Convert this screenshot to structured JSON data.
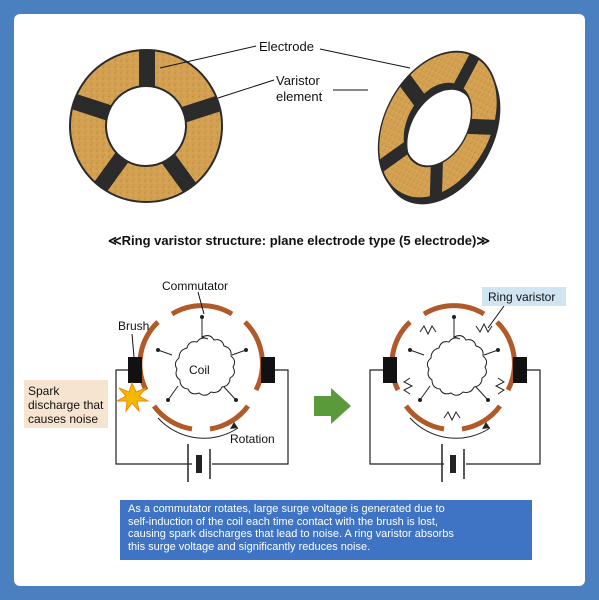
{
  "top_labels": {
    "electrode": "Electrode",
    "varistor_element_1": "Varistor",
    "varistor_element_2": "element"
  },
  "caption": "≪Ring varistor structure: plane electrode type (5 electrode)≫",
  "motor_labels": {
    "commutator": "Commutator",
    "brush": "Brush",
    "coil": "Coil",
    "rotation": "Rotation",
    "spark_1": "Spark",
    "spark_2": "discharge that",
    "spark_3": "causes noise",
    "ring_varistor": "Ring varistor"
  },
  "description_lines": [
    "As a commutator rotates, large surge voltage is generated due to",
    "self-induction of the coil each time contact with the brush is lost,",
    "causing spark discharges that lead to noise. A ring varistor absorbs",
    "this surge voltage and significantly reduces noise."
  ],
  "colors": {
    "page_border": "#4a7fc0",
    "varistor_fill": "#d4a052",
    "electrode": "#2b2b2b",
    "commutator": "#b05a2a",
    "arrow": "#5a9a3a",
    "info_box": "#3f73c3",
    "label_box": "#d0e4f2",
    "spark_box": "#f6e3d0",
    "spark": "#f5b800"
  },
  "icons": [
    "spark-icon",
    "battery-icon",
    "right-arrow-icon"
  ]
}
